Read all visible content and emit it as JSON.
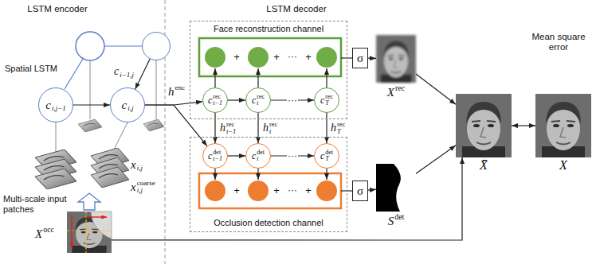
{
  "diagram": {
    "nodes": [
      {
        "text": [
          "c",
          "i−1,j"
        ]
      },
      {
        "text": [
          "c",
          "i,j−1"
        ]
      },
      {
        "text": [
          "c",
          "i,j"
        ]
      },
      {
        "text": [
          "Face reconstruction channel"
        ]
      },
      {
        "text": [
          "c",
          "t−1",
          "rec"
        ],
        "in": 3
      },
      {
        "text": [
          "c",
          "t",
          "rec"
        ],
        "in": 3
      },
      {
        "text": [
          "c",
          "T",
          "rec"
        ],
        "in": 3
      },
      {
        "text": [
          "Occlusion detection channel"
        ]
      },
      {
        "text": [
          "c",
          "t−1",
          "det"
        ],
        "in": 7
      },
      {
        "text": [
          "c",
          "t",
          "det"
        ],
        "in": 7
      },
      {
        "text": [
          "c",
          "T",
          "det"
        ],
        "in": 7
      },
      {
        "text": [
          "σ"
        ]
      },
      {
        "text": [
          "σ"
        ]
      },
      {
        "text": [
          "X",
          "rec"
        ]
      },
      {
        "text": [
          "S",
          "det"
        ]
      },
      {
        "text": [
          "X̄"
        ]
      },
      {
        "text": [
          "X"
        ]
      },
      {
        "text": [
          "X",
          "occ"
        ]
      }
    ],
    "edges": [
      {
        "from": 0,
        "to": 2,
        "arrow": "to"
      },
      {
        "from": 1,
        "to": 2,
        "arrow": "to"
      },
      {
        "from": 2,
        "to": 4,
        "arrow": "to"
      },
      {
        "from": 2,
        "to": 8,
        "arrow": "to"
      },
      {
        "from": 4,
        "to": 5,
        "arrow": "to"
      },
      {
        "from": 5,
        "to": 6,
        "arrow": "to",
        "label": "···"
      },
      {
        "from": 8,
        "to": 9,
        "arrow": "to"
      },
      {
        "from": 9,
        "to": 10,
        "arrow": "to",
        "label": "···"
      },
      {
        "from": 4,
        "to": 8,
        "arrow": "to"
      },
      {
        "from": 5,
        "to": 9,
        "arrow": "to"
      },
      {
        "from": 6,
        "to": 10,
        "arrow": "to"
      },
      {
        "from": 11,
        "to": 13,
        "arrow": "to"
      },
      {
        "from": 12,
        "to": 14,
        "arrow": "to"
      },
      {
        "from": 13,
        "to": 15,
        "arrow": "to"
      },
      {
        "from": 14,
        "to": 15,
        "arrow": "to"
      },
      {
        "from": 17,
        "to": 15,
        "arrow": "to"
      },
      {
        "from": 15,
        "to": 16,
        "arrow": "both"
      }
    ],
    "labels": [
      "LSTM encoder",
      "LSTM decoder",
      "Spatial LSTM",
      "Multi-scale input patches",
      "x",
      "i,j",
      "x",
      "i,j",
      "coarse",
      "h",
      "enc",
      "h",
      "t−1",
      "rec",
      "h",
      "t",
      "rec",
      "h",
      "T",
      "rec",
      "+",
      "+",
      "···",
      "+",
      "+",
      "+",
      "···",
      "+",
      "Mean square error"
    ]
  }
}
